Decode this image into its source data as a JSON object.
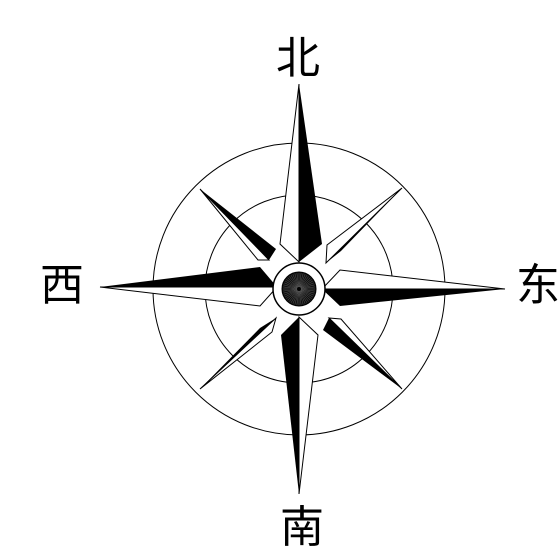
{
  "compass": {
    "labels": {
      "north": "北",
      "south": "南",
      "west": "西",
      "east": "东"
    },
    "colors": {
      "ink": "#000000",
      "paper": "#ffffff"
    }
  }
}
